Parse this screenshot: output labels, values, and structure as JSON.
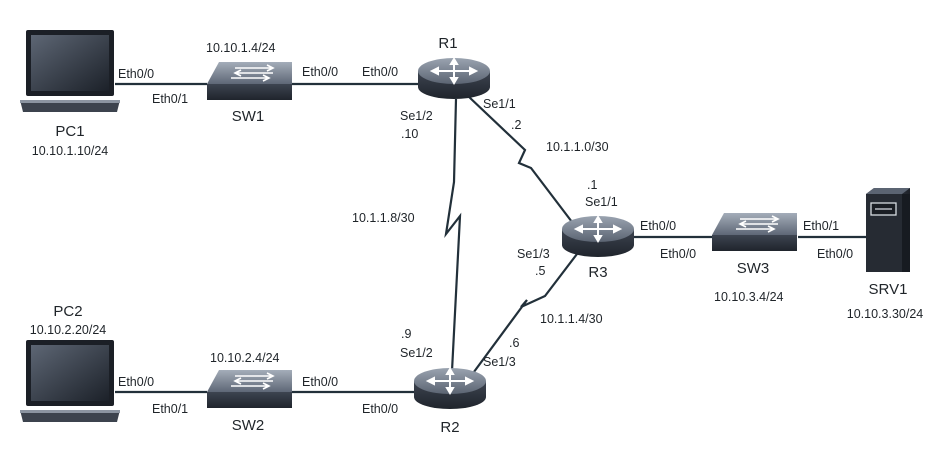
{
  "colors": {
    "link": "#22303a",
    "device_dark": "#2e3440",
    "device_mid": "#4b5563",
    "device_light": "#8a94a3",
    "arrow": "#ffffff"
  },
  "devices": {
    "pc1": {
      "icon": "laptop-icon",
      "name": "PC1",
      "ip": "10.10.1.10/24"
    },
    "pc2": {
      "icon": "laptop-icon",
      "name": "PC2",
      "ip": "10.10.2.20/24"
    },
    "sw1": {
      "icon": "switch-icon",
      "name": "SW1",
      "ip": "10.10.1.4/24"
    },
    "sw2": {
      "icon": "switch-icon",
      "name": "SW2",
      "ip": "10.10.2.4/24"
    },
    "sw3": {
      "icon": "switch-icon",
      "name": "SW3",
      "ip": "10.10.3.4/24"
    },
    "r1": {
      "icon": "router-icon",
      "name": "R1"
    },
    "r2": {
      "icon": "router-icon",
      "name": "R2"
    },
    "r3": {
      "icon": "router-icon",
      "name": "R3"
    },
    "srv1": {
      "icon": "server-icon",
      "name": "SRV1",
      "ip": "10.10.3.30/24"
    }
  },
  "interfaces": {
    "pc1_eth00": "Eth0/0",
    "sw1_eth01": "Eth0/1",
    "sw1_eth00": "Eth0/0",
    "r1_eth00": "Eth0/0",
    "r1_se12": "Se1/2",
    "r1_se12_ip": ".10",
    "r1_se11": "Se1/1",
    "r1_se11_ip": ".2",
    "r3_se11": "Se1/1",
    "r3_se11_ip": ".1",
    "r3_se13": "Se1/3",
    "r3_se13_ip": ".5",
    "r3_eth00": "Eth0/0",
    "sw3_eth00": "Eth0/0",
    "sw3_eth01": "Eth0/1",
    "srv1_eth00": "Eth0/0",
    "pc2_eth00": "Eth0/0",
    "sw2_eth01": "Eth0/1",
    "sw2_eth00": "Eth0/0",
    "r2_eth00": "Eth0/0",
    "r2_se12": "Se1/2",
    "r2_se12_ip": ".9",
    "r2_se13": "Se1/3",
    "r2_se13_ip": ".6"
  },
  "subnets": {
    "r1_r3": "10.1.1.0/30",
    "r1_r2": "10.1.1.8/30",
    "r2_r3": "10.1.1.4/30"
  }
}
